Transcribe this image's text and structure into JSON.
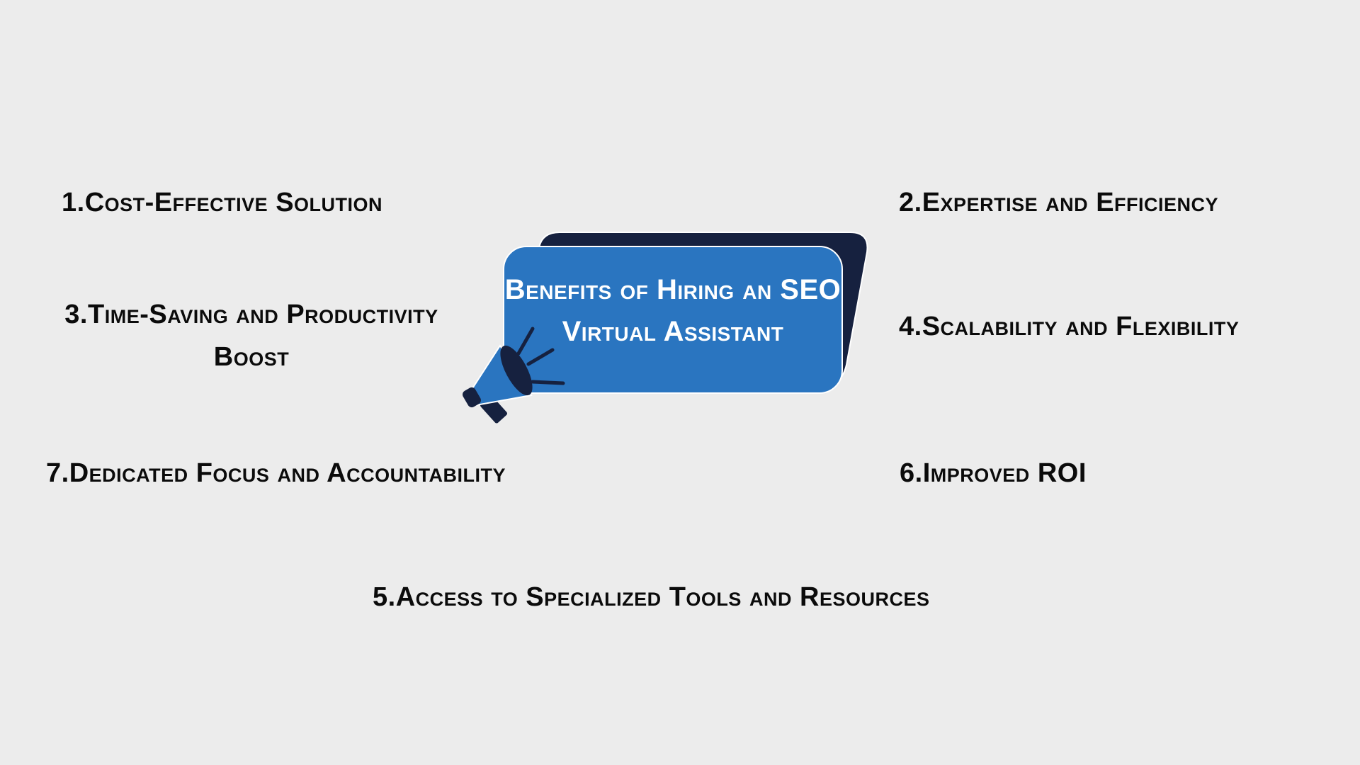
{
  "colors": {
    "background": "#ececec",
    "bubble_blue": "#2a75c0",
    "bubble_shadow": "#16213f",
    "text": "#0b0b0b",
    "title_text": "#ffffff"
  },
  "callout": {
    "icon": "megaphone-icon",
    "title_line1": "Benefits of Hiring an SEO",
    "title_line2": "Virtual Assistant"
  },
  "benefits": [
    {
      "number": "1.",
      "label": "Cost-Effective Solution"
    },
    {
      "number": "2.",
      "label": "Expertise and Efficiency"
    },
    {
      "number": "3.",
      "label_line1": "Time-Saving and Productivity",
      "label_line2": "Boost"
    },
    {
      "number": "4.",
      "label": "Scalability and Flexibility"
    },
    {
      "number": "5.",
      "label": "Access to Specialized Tools and Resources"
    },
    {
      "number": "6.",
      "label": "Improved ROI"
    },
    {
      "number": "7.",
      "label": "Dedicated Focus and Accountability"
    }
  ]
}
